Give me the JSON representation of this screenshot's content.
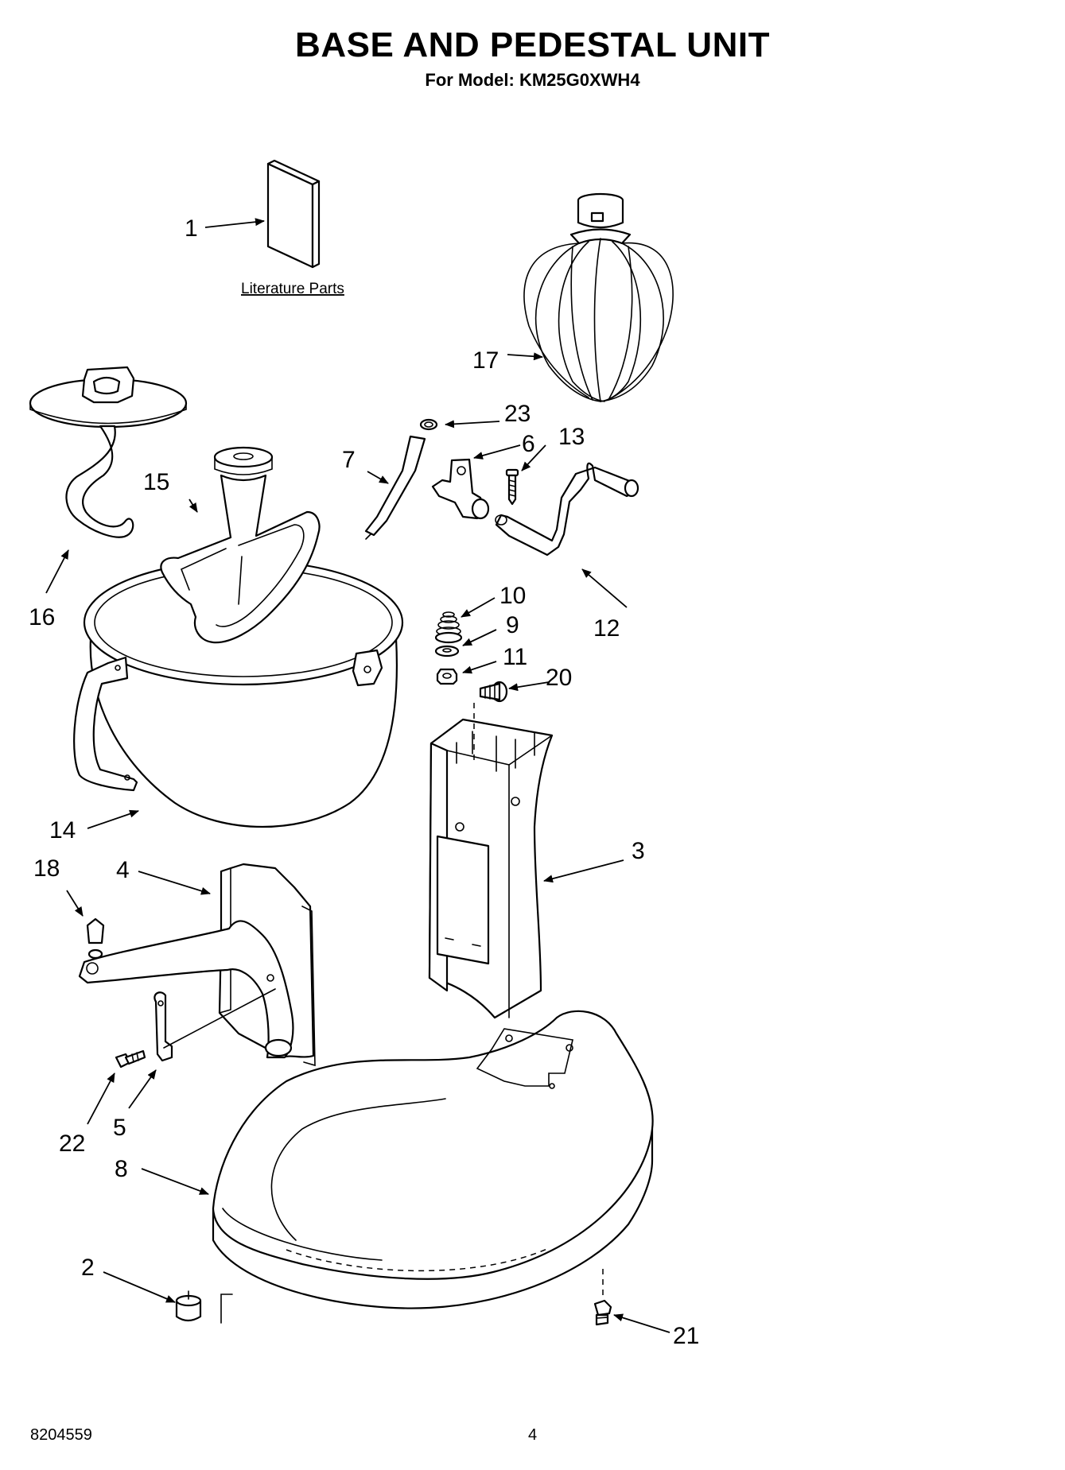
{
  "header": {
    "title": "BASE AND PEDESTAL UNIT",
    "subtitle": "For Model: KM25G0XWH4"
  },
  "literature_label": "Literature Parts",
  "callouts": {
    "p1": "1",
    "p2": "2",
    "p3": "3",
    "p4": "4",
    "p5": "5",
    "p6": "6",
    "p7": "7",
    "p8": "8",
    "p9": "9",
    "p10": "10",
    "p11": "11",
    "p12": "12",
    "p13": "13",
    "p14": "14",
    "p15": "15",
    "p16": "16",
    "p17": "17",
    "p18": "18",
    "p20": "20",
    "p21": "21",
    "p22": "22",
    "p23": "23"
  },
  "footer": {
    "doc_number": "8204559",
    "page_number": "4"
  }
}
